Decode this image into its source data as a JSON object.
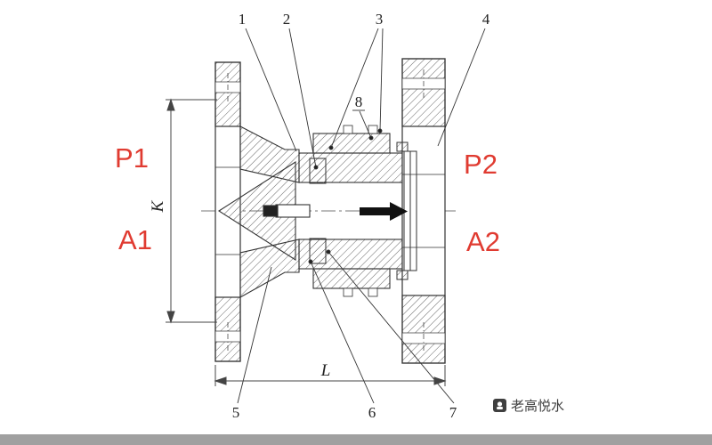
{
  "diagram": {
    "type": "valve-cross-section-engineering-drawing",
    "part_numbers": {
      "n1": "1",
      "n2": "2",
      "n3": "3",
      "n4": "4",
      "n5": "5",
      "n6": "6",
      "n7": "7",
      "n8": "8"
    },
    "port_labels": {
      "p1": "P1",
      "a1": "A1",
      "p2": "P2",
      "a2": "A2"
    },
    "dimensions": {
      "k": "K",
      "l": "L"
    },
    "colors": {
      "port_label_red": "#e03b31",
      "drawing_line": "#333333",
      "hatch": "#666666",
      "flow_arrow": "#111111",
      "footer_bar": "#a0a0a0",
      "watermark": "#3f3f3f"
    }
  },
  "watermark": {
    "label": "老高悦水",
    "icon": "logo-badge-icon"
  }
}
